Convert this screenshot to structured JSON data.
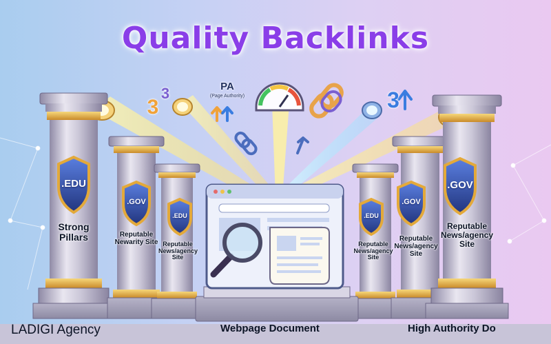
{
  "title": "Quality Backlinks",
  "pa": {
    "label": "PA",
    "sublabel": "(Page Authority)"
  },
  "numbers": {
    "left": "3",
    "left_small": "3",
    "right": "3"
  },
  "pillars": {
    "left_1": {
      "badge": ".EDU",
      "caption": "Strong Pillars"
    },
    "left_2": {
      "badge": ".GOV",
      "caption": "Reputable Newarity Site"
    },
    "left_3": {
      "badge": ".EDU",
      "caption": "Reputable News/agency Site"
    },
    "right_3": {
      "badge": ".EDU",
      "caption": "Reputable News/agency Site"
    },
    "right_2": {
      "badge": ".GOV",
      "caption": "Reputable News/agency Site"
    },
    "right_1": {
      "badge": ".GOV",
      "caption": "Reputable News/agency Site"
    }
  },
  "footer": {
    "brand": "LADIGI Agency",
    "center": "Webpage Document",
    "right": "High Authority Do"
  },
  "colors": {
    "title": "#8a3ee8",
    "beam": "#ffe066",
    "beam_blue": "#9fe8ff",
    "shield": "#3553b8",
    "shield_rim": "#e3a93a"
  }
}
